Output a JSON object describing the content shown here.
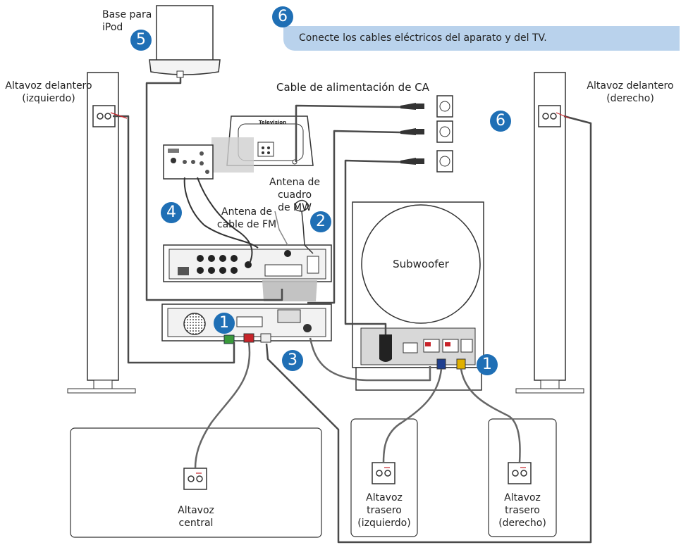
{
  "labels": {
    "ipod_base": [
      "Base para",
      "iPod"
    ],
    "front_left": [
      "Altavoz delantero",
      "(izquierdo)"
    ],
    "front_right": [
      "Altavoz delantero",
      "(derecho)"
    ],
    "ac_cable": "Cable de alimentación de CA",
    "mw_antenna": [
      "Antena de cuadro",
      "de MW"
    ],
    "fm_antenna": [
      "Antena de",
      "cable de FM"
    ],
    "subwoofer": "Subwoofer",
    "center": [
      "Altavoz",
      "central"
    ],
    "rear_left": [
      "Altavoz",
      "trasero",
      "(izquierdo)"
    ],
    "rear_right": [
      "Altavoz",
      "trasero",
      "(derecho)"
    ],
    "tv": "Television"
  },
  "instruction": {
    "number": "6",
    "text": "Conecte los cables eléctricos del aparato y del TV."
  },
  "steps": [
    "5",
    "4",
    "2",
    "1",
    "3",
    "1",
    "6"
  ],
  "colors": {
    "step_badge": "#1f6fb5",
    "instruction_bg": "#b9d2ec",
    "cable": "#4a4a4a",
    "green_plug": "#3a9a3a",
    "red_plug": "#c8242a",
    "blue_plug": "#1f3f8f",
    "yellow_plug": "#e0b000",
    "subwoofer_panel": "#d8d8d8"
  }
}
